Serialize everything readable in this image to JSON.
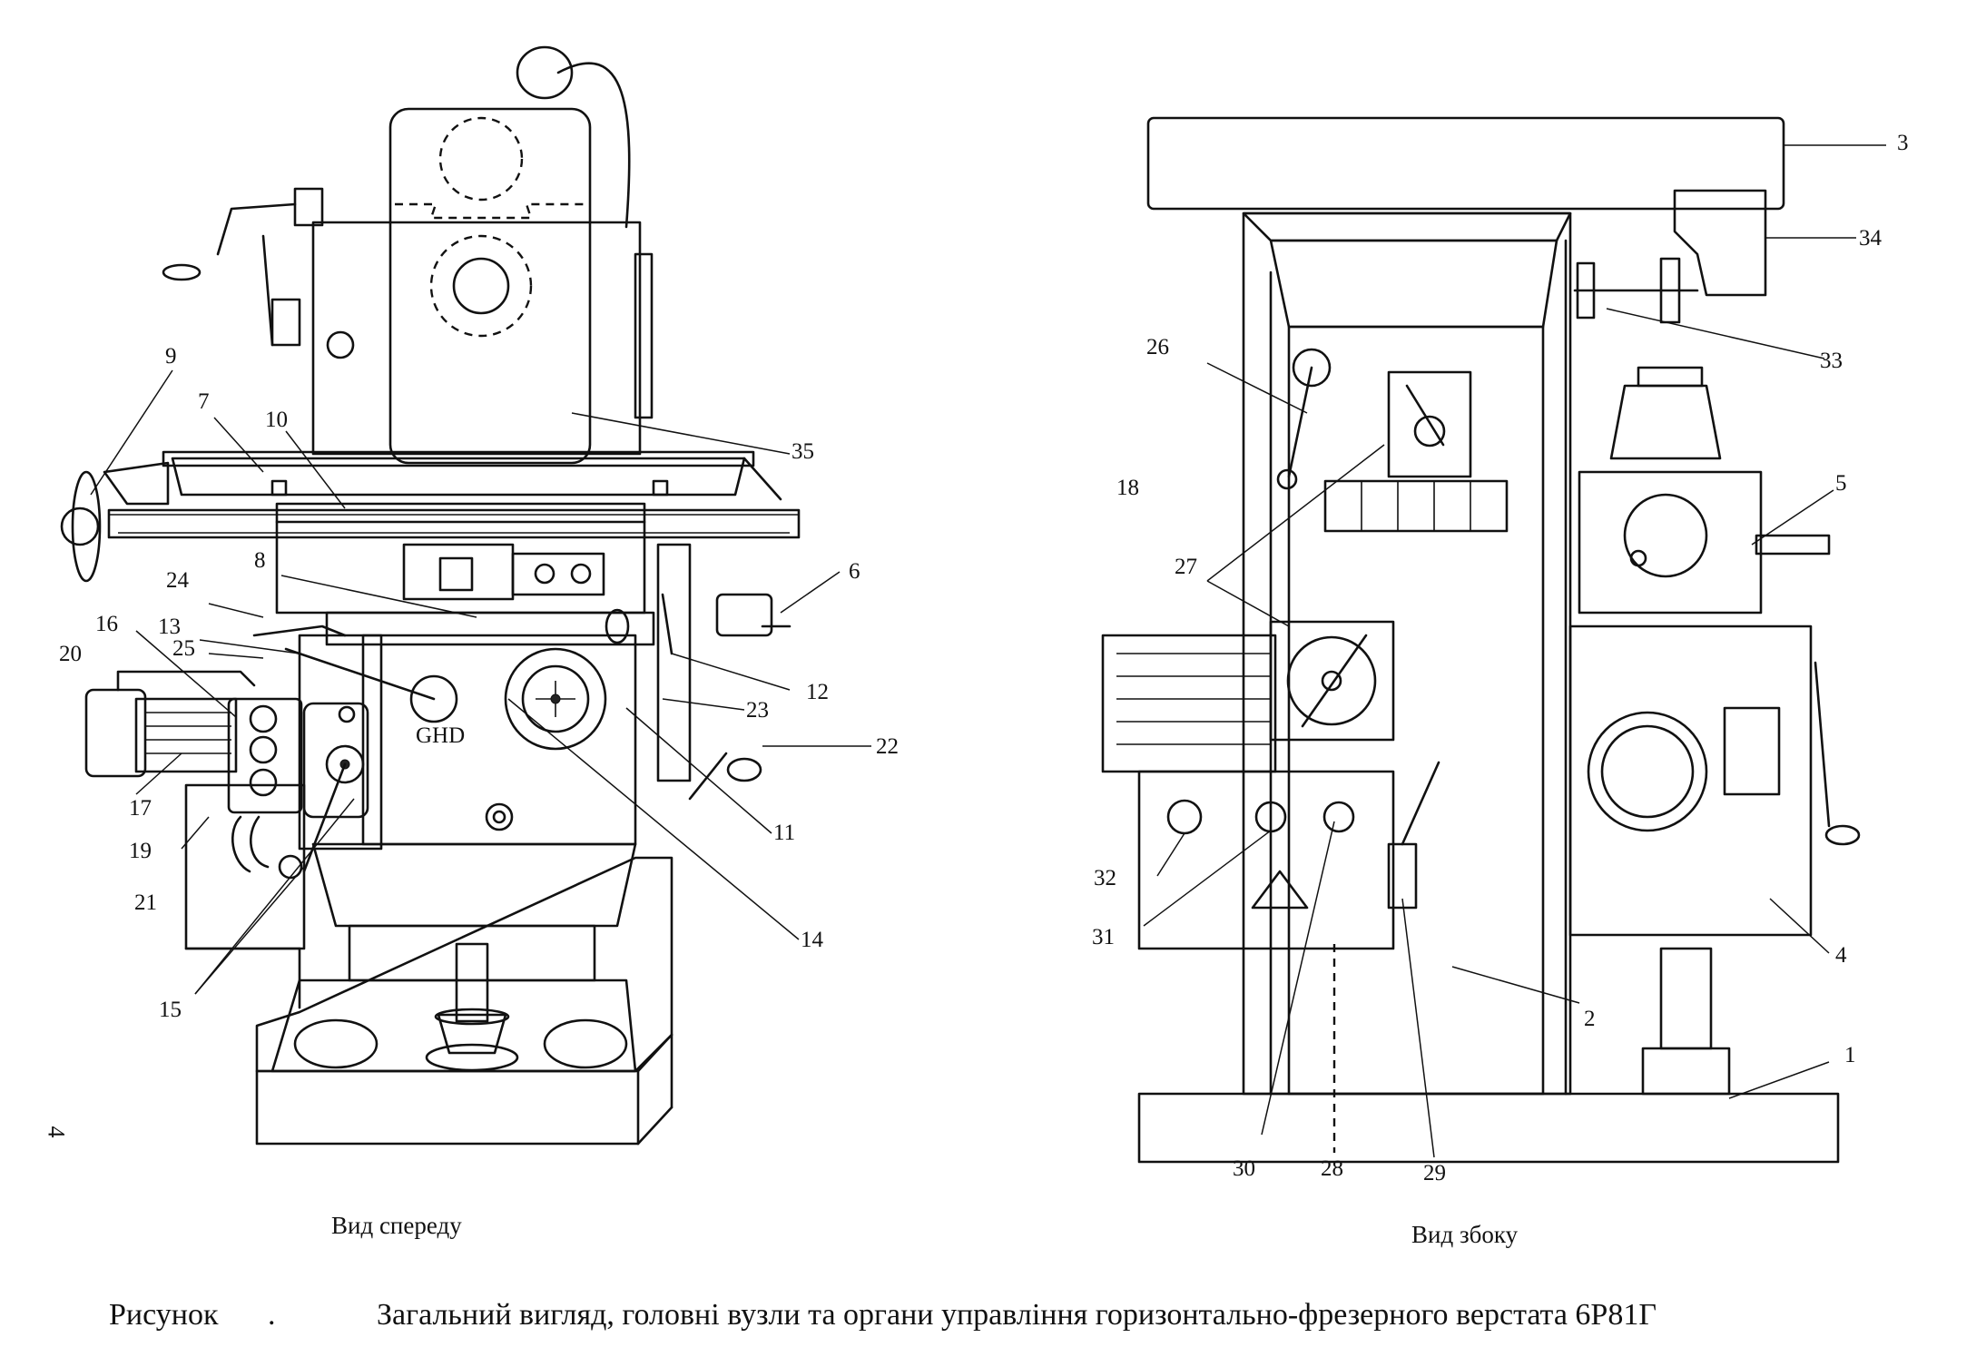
{
  "views": {
    "front_caption": "Вид спереду",
    "side_caption": "Вид збоку"
  },
  "figure": {
    "label": "Рисунок",
    "dot": ".",
    "title": "Загальний вигляд, головні вузли та органи управління горизонтально-фрезерного верстата 6Р81Г"
  },
  "page_number": "4",
  "dial_text": "GHD",
  "front_callouts": [
    "9",
    "7",
    "10",
    "8",
    "24",
    "13",
    "25",
    "16",
    "20",
    "17",
    "19",
    "21",
    "15",
    "14",
    "11",
    "22",
    "23",
    "12",
    "6",
    "35"
  ],
  "side_callouts": [
    "26",
    "18",
    "27",
    "32",
    "31",
    "30",
    "28",
    "29",
    "2",
    "1",
    "4",
    "5",
    "33",
    "34",
    "3"
  ]
}
